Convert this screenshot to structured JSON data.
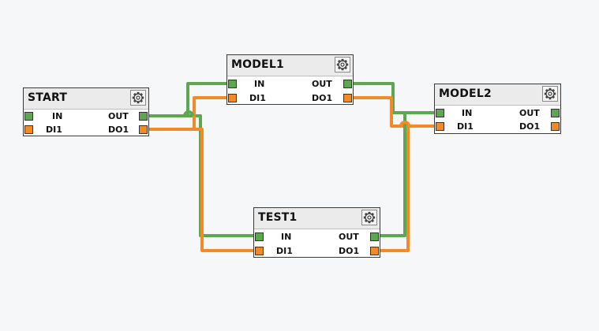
{
  "colors": {
    "control_wire": "#5ea650",
    "data_wire": "#f28a2a"
  },
  "nodes": {
    "start": {
      "title": "START",
      "in_label": "IN",
      "di_label": "DI1",
      "out_label": "OUT",
      "do_label": "DO1",
      "settings_icon": "gear-icon"
    },
    "model1": {
      "title": "MODEL1",
      "in_label": "IN",
      "di_label": "DI1",
      "out_label": "OUT",
      "do_label": "DO1",
      "settings_icon": "gear-icon"
    },
    "model2": {
      "title": "MODEL2",
      "in_label": "IN",
      "di_label": "DI1",
      "out_label": "OUT",
      "do_label": "DO1",
      "settings_icon": "gear-icon"
    },
    "test1": {
      "title": "TEST1",
      "in_label": "IN",
      "di_label": "DI1",
      "out_label": "OUT",
      "do_label": "DO1",
      "settings_icon": "gear-icon"
    }
  },
  "connections": [
    {
      "from": "start.OUT",
      "to": "model1.IN",
      "kind": "control"
    },
    {
      "from": "start.OUT",
      "to": "test1.IN",
      "kind": "control"
    },
    {
      "from": "start.DO1",
      "to": "model1.DI1",
      "kind": "data"
    },
    {
      "from": "start.DO1",
      "to": "test1.DI1",
      "kind": "data"
    },
    {
      "from": "model1.OUT",
      "to": "model2.IN",
      "kind": "control"
    },
    {
      "from": "model1.DO1",
      "to": "model2.DI1",
      "kind": "data"
    },
    {
      "from": "test1.OUT",
      "to": "model2.IN",
      "kind": "control"
    },
    {
      "from": "test1.DO1",
      "to": "model2.DI1",
      "kind": "data"
    }
  ]
}
